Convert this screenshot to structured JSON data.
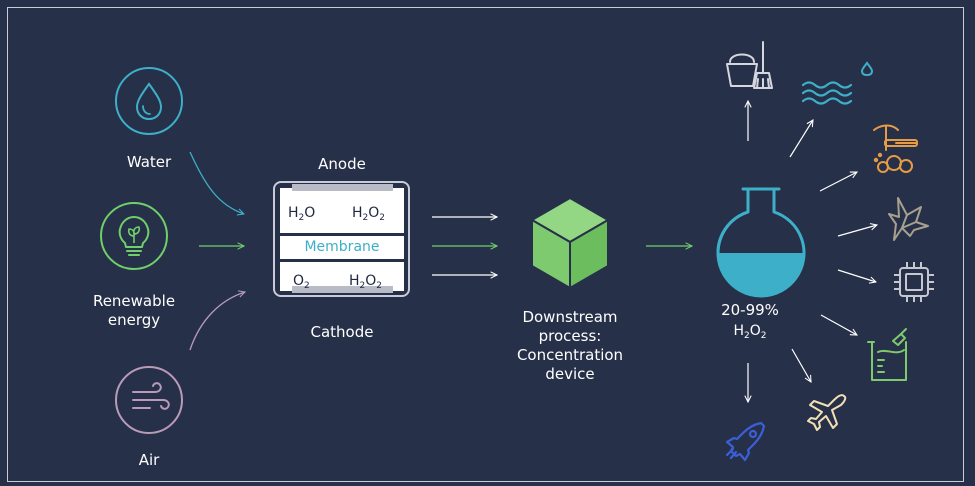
{
  "inputs": {
    "water": "Water",
    "renewable_line1": "Renewable",
    "renewable_line2": "energy",
    "air": "Air"
  },
  "cell": {
    "anode": "Anode",
    "cathode": "Cathode",
    "membrane": "Membrane",
    "top_left": {
      "base": "H",
      "sub": "2",
      "tail": "O"
    },
    "top_right": {
      "base": "H",
      "sub1": "2",
      "mid": "O",
      "sub2": "2"
    },
    "bottom_left": {
      "base": "O",
      "sub": "2"
    },
    "bottom_right": {
      "base": "H",
      "sub1": "2",
      "mid": "O",
      "sub2": "2"
    }
  },
  "downstream": {
    "line1": "Downstream",
    "line2": "process:",
    "line3": "Concentration",
    "line4": "device"
  },
  "product": {
    "percent": "20-99%",
    "formula": {
      "base": "H",
      "sub1": "2",
      "mid": "O",
      "sub2": "2"
    }
  },
  "colors": {
    "background": "#273049",
    "water": "#3dafc8",
    "energy": "#6fcf6a",
    "air": "#b89bb8",
    "cube": "#7dcb6e",
    "flask_liquid": "#3dafc8",
    "mining": "#e79b45",
    "origami": "#a7a08e",
    "chip": "#c5c8d0",
    "beaker": "#7dcb6e",
    "rocket": "#3b5fd8",
    "plane": "#f0e0b4"
  },
  "applications": [
    "bucket-mop-icon",
    "water-waves-icon",
    "droplet-icon",
    "pickaxe-rocks-icon",
    "origami-crane-icon",
    "microchip-icon",
    "beaker-icon",
    "airplane-icon",
    "rocket-icon"
  ]
}
